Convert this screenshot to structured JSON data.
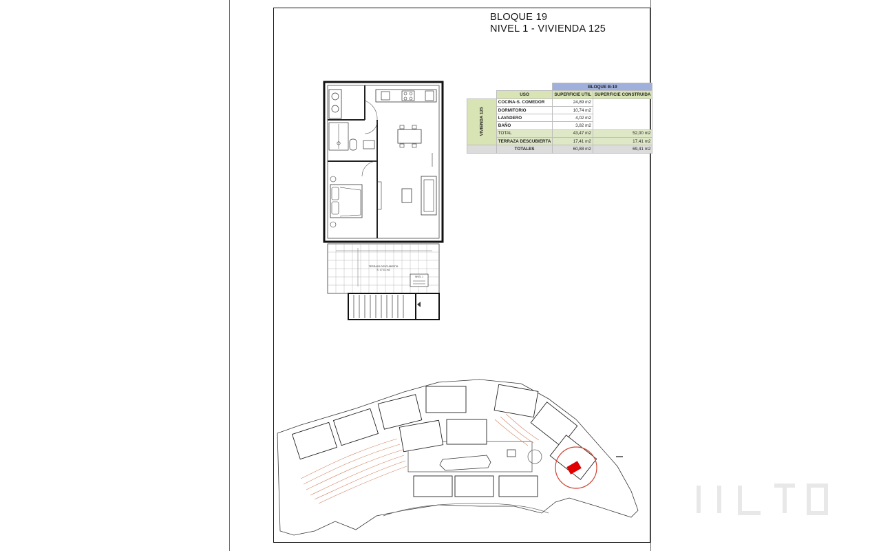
{
  "header": {
    "block": "BLOQUE 19",
    "unit": "NIVEL 1 - VIVIENDA 125"
  },
  "table": {
    "title": "BLOQUE B-19",
    "col_uso": "USO",
    "col_util": "SUPERFICIE UTIL",
    "col_const": "SUPERFICIE CONSTRUIDA",
    "unit_label": "VIVIENDA 125",
    "rows": [
      {
        "uso": "COCINA-S. COMEDOR",
        "util": "24,89 m2",
        "const": ""
      },
      {
        "uso": "DORMITORIO",
        "util": "10,74 m2",
        "const": ""
      },
      {
        "uso": "LAVADERO",
        "util": "4,02 m2",
        "const": ""
      },
      {
        "uso": "BAÑO",
        "util": "3,82 m2",
        "const": ""
      },
      {
        "uso": "TOTAL",
        "util": "43,47 m2",
        "const": "52,00 m2"
      },
      {
        "uso": "TERRAZA DESCUBIERTA",
        "util": "17,41 m2",
        "const": "17,41 m2"
      }
    ],
    "totals_label": "TOTALES",
    "totals_util": "60,88 m2",
    "totals_const": "69,41 m2"
  },
  "plan": {
    "terrace_label": "TERRAZA DESCUBIERTA",
    "terrace_area": "S: 17,41 m2",
    "stair_label": "NIVEL 1"
  },
  "site_plan": {
    "highlight_color": "#e00000",
    "block_label_color": "#c0392b"
  }
}
